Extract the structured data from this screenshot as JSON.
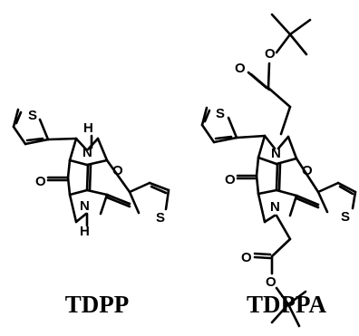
{
  "molecules": [
    {
      "caption": "TDPP",
      "atoms": {
        "n_top": "N",
        "h_top": "H",
        "o_right": "O",
        "o_left": "O",
        "n_bottom": "N",
        "h_bottom": "H",
        "s_left": "S",
        "s_right": "S"
      }
    },
    {
      "caption": "TDPPA",
      "atoms": {
        "n_top": "N",
        "o_right": "O",
        "o_left": "O",
        "n_bottom": "N",
        "s_left": "S",
        "s_right": "S",
        "o_ester_top_carbonyl": "O",
        "o_ester_top_ether": "O",
        "o_ester_bottom_carbonyl": "O",
        "o_ester_bottom_ether": "O"
      }
    }
  ]
}
